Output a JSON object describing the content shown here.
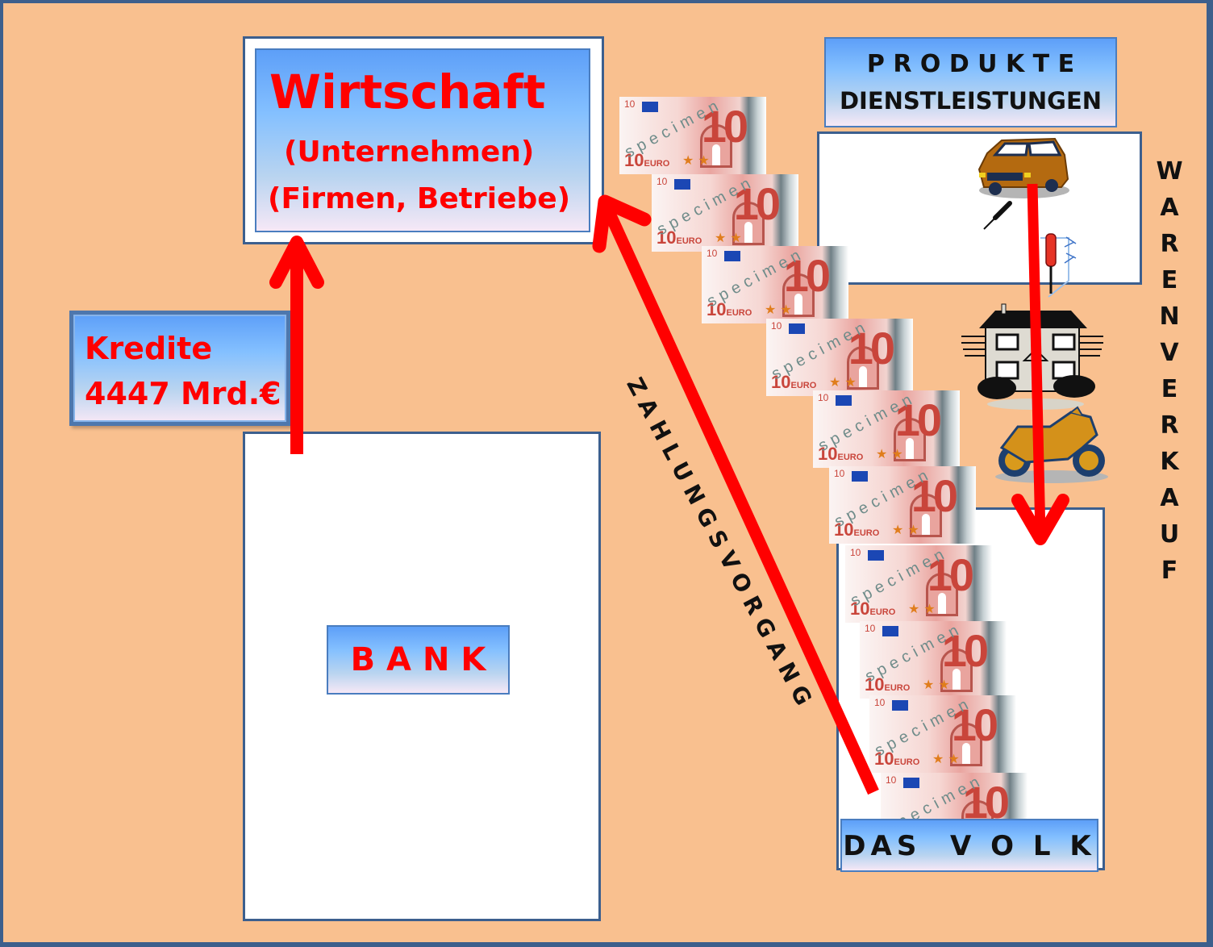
{
  "wirtschaft": {
    "title": "Wirtschaft",
    "line2": "(Unternehmen)",
    "line3": "(Firmen, Betriebe)"
  },
  "kredite": {
    "label": "Kredite",
    "amount": "4447 Mrd.€"
  },
  "bank": {
    "label": "B A N K"
  },
  "produkte": {
    "line1": "P R O D U K T E",
    "line2": "DIENSTLEISTUNGEN"
  },
  "volk": {
    "label": "DAS  V O L K"
  },
  "zahlungsvorgang": {
    "label": "ZAHLUNGSVORGANG"
  },
  "warenverkauf": {
    "letters": [
      "W",
      "A",
      "R",
      "E",
      "N",
      "V",
      "E",
      "R",
      "K",
      "A",
      "U",
      "F"
    ]
  },
  "banknotes": {
    "count": 10,
    "denomination": "10",
    "currency_label": "EURO",
    "watermark": "specimen"
  },
  "icons": [
    "van-icon",
    "screwdriver-icon",
    "screwdriver-set-icon",
    "house-icon",
    "motorcycle-icon"
  ],
  "colors": {
    "background": "#f9c08f",
    "frame": "#3d5f8c",
    "arrow": "#ff0000",
    "label_red": "#ff0000",
    "label_black": "#111111"
  }
}
